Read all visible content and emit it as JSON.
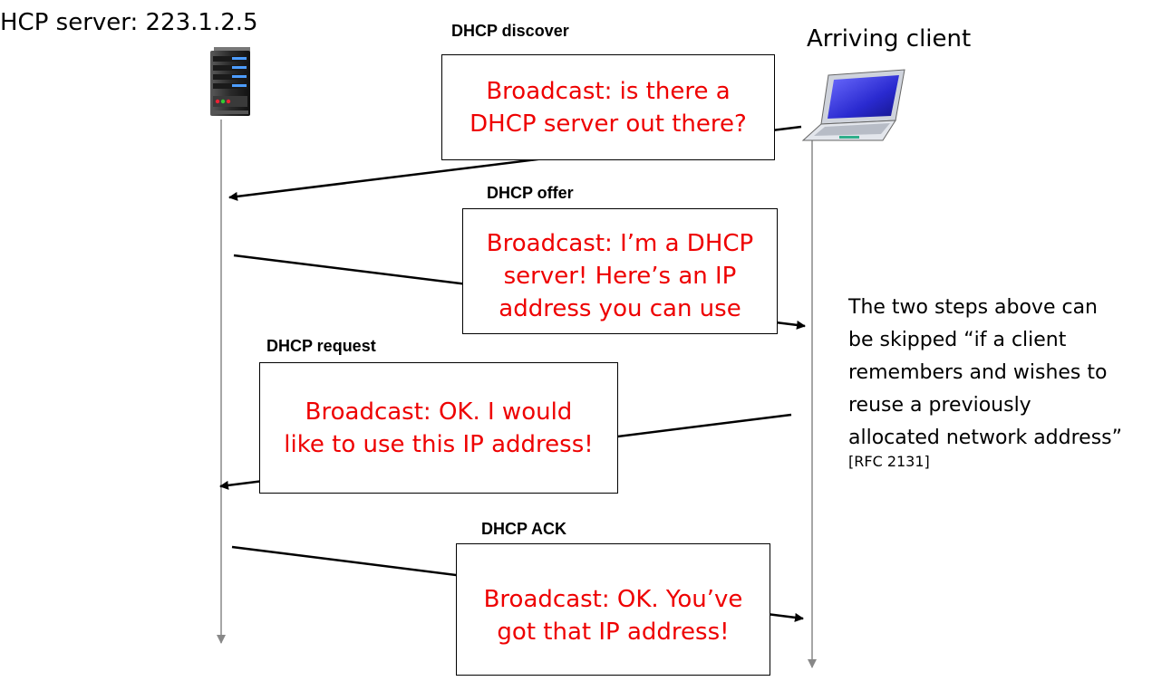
{
  "server": {
    "title": "HCP server: 223.1.2.5",
    "icon": "server-icon"
  },
  "client": {
    "title": "Arriving client",
    "icon": "laptop-icon"
  },
  "messages": [
    {
      "label": "DHCP discover",
      "text": "Broadcast: is there a\nDHCP server out there?",
      "direction": "client-to-server"
    },
    {
      "label": "DHCP offer",
      "text": "Broadcast: I’m a DHCP\nserver! Here’s an IP\naddress you can use",
      "direction": "server-to-client"
    },
    {
      "label": "DHCP request",
      "text": "Broadcast: OK.  I would\nlike to use this IP address!",
      "direction": "client-to-server"
    },
    {
      "label": "DHCP ACK",
      "text": "Broadcast: OK.  You’ve\ngot that IP address!",
      "direction": "server-to-client"
    }
  ],
  "note": {
    "text": "The two steps above can\nbe skipped “if a client\nremembers and wishes to\nreuse a previously\nallocated network address”",
    "citation": "[RFC 2131]"
  },
  "colors": {
    "message_text": "#ee0000",
    "timeline": "#888888",
    "arrow": "#000000"
  }
}
